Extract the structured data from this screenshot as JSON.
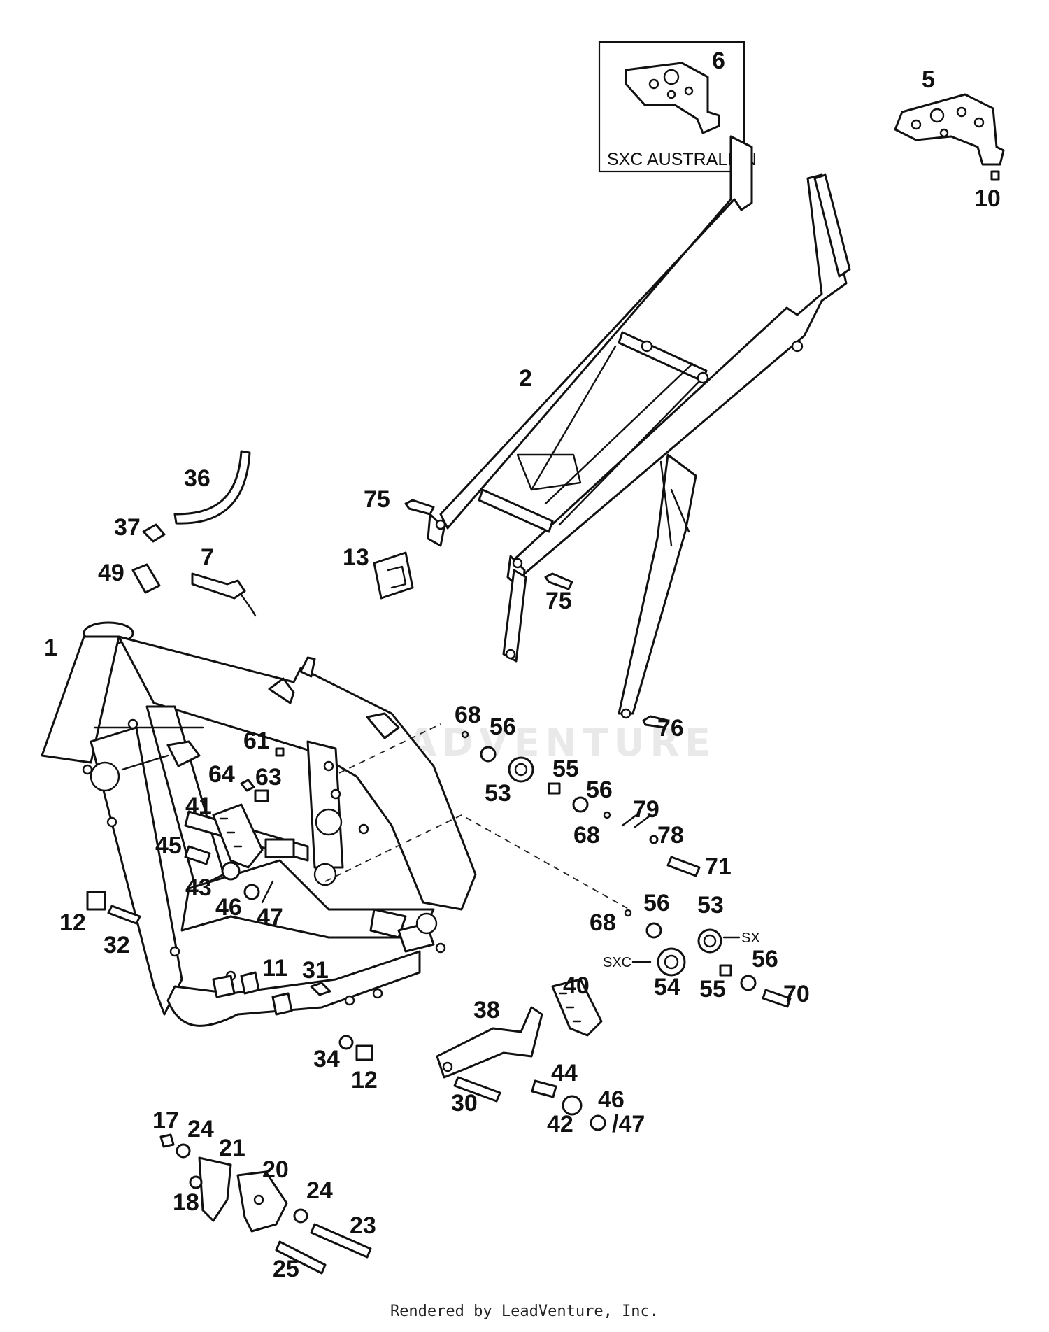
{
  "watermark": "LEADVENTURE",
  "footer": "Rendered by LeadVenture, Inc.",
  "inset": {
    "caption": "SXC AUSTRALIEN",
    "part": "6"
  },
  "variants": {
    "sx": "SX",
    "sxc": "SXC"
  },
  "callouts": [
    {
      "id": "5",
      "text": "5"
    },
    {
      "id": "10",
      "text": "10"
    },
    {
      "id": "2",
      "text": "2"
    },
    {
      "id": "36",
      "text": "36"
    },
    {
      "id": "37",
      "text": "37"
    },
    {
      "id": "75a",
      "text": "75"
    },
    {
      "id": "75b",
      "text": "75"
    },
    {
      "id": "13",
      "text": "13"
    },
    {
      "id": "7",
      "text": "7"
    },
    {
      "id": "49",
      "text": "49"
    },
    {
      "id": "1",
      "text": "1"
    },
    {
      "id": "76",
      "text": "76"
    },
    {
      "id": "68a",
      "text": "68"
    },
    {
      "id": "56a",
      "text": "56"
    },
    {
      "id": "61",
      "text": "61"
    },
    {
      "id": "64",
      "text": "64"
    },
    {
      "id": "63",
      "text": "63"
    },
    {
      "id": "53a",
      "text": "53"
    },
    {
      "id": "55a",
      "text": "55"
    },
    {
      "id": "56b",
      "text": "56"
    },
    {
      "id": "41",
      "text": "41"
    },
    {
      "id": "79",
      "text": "79"
    },
    {
      "id": "68b",
      "text": "68"
    },
    {
      "id": "78",
      "text": "78"
    },
    {
      "id": "45",
      "text": "45"
    },
    {
      "id": "71",
      "text": "71"
    },
    {
      "id": "43",
      "text": "43"
    },
    {
      "id": "46a",
      "text": "46"
    },
    {
      "id": "47a",
      "text": "47"
    },
    {
      "id": "12a",
      "text": "12"
    },
    {
      "id": "32",
      "text": "32"
    },
    {
      "id": "68c",
      "text": "68"
    },
    {
      "id": "56c",
      "text": "56"
    },
    {
      "id": "53b",
      "text": "53"
    },
    {
      "id": "11",
      "text": "11"
    },
    {
      "id": "31",
      "text": "31"
    },
    {
      "id": "54",
      "text": "54"
    },
    {
      "id": "56d",
      "text": "56"
    },
    {
      "id": "55b",
      "text": "55"
    },
    {
      "id": "70",
      "text": "70"
    },
    {
      "id": "40",
      "text": "40"
    },
    {
      "id": "38",
      "text": "38"
    },
    {
      "id": "34",
      "text": "34"
    },
    {
      "id": "12b",
      "text": "12"
    },
    {
      "id": "44",
      "text": "44"
    },
    {
      "id": "30",
      "text": "30"
    },
    {
      "id": "46b",
      "text": "46"
    },
    {
      "id": "42",
      "text": "42"
    },
    {
      "id": "47b",
      "text": "/47"
    },
    {
      "id": "17",
      "text": "17"
    },
    {
      "id": "24a",
      "text": "24"
    },
    {
      "id": "21",
      "text": "21"
    },
    {
      "id": "20",
      "text": "20"
    },
    {
      "id": "18",
      "text": "18"
    },
    {
      "id": "24b",
      "text": "24"
    },
    {
      "id": "23",
      "text": "23"
    },
    {
      "id": "25",
      "text": "25"
    }
  ]
}
